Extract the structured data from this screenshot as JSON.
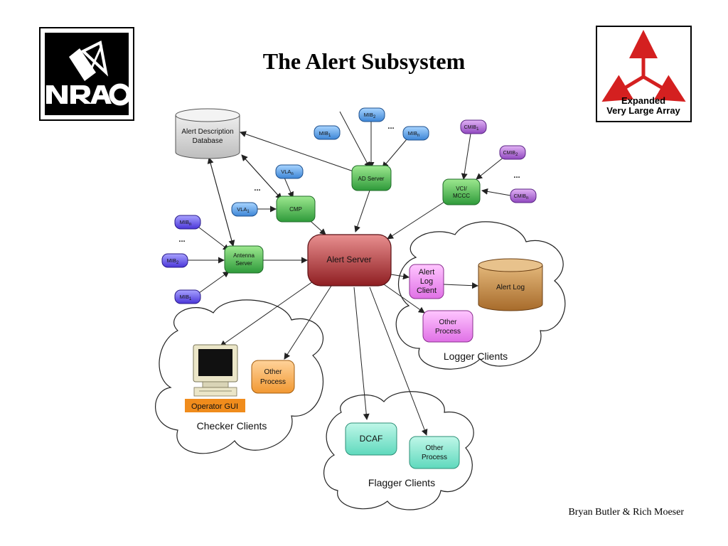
{
  "title": "The Alert Subsystem",
  "credit": "Bryan Butler & Rich Moeser",
  "logos": {
    "left_text": "NRAO",
    "right_line1": "Expanded",
    "right_line2": "Very Large Array"
  },
  "nodes": {
    "database": [
      "Alert Description",
      "Database"
    ],
    "ad_server": "AD Server",
    "vci": [
      "VCI/",
      "MCCC"
    ],
    "cmp": "CMP",
    "antenna": [
      "Antenna",
      "Server"
    ],
    "alert_server": "Alert Server",
    "alert_log_client": [
      "Alert",
      "Log",
      "Client"
    ],
    "alert_log": "Alert Log",
    "other_process_logger": [
      "Other",
      "Process"
    ],
    "other_process_checker": [
      "Other",
      "Process"
    ],
    "operator_gui": "Operator GUI",
    "dcaf": "DCAF",
    "other_process_flagger": [
      "Other",
      "Process"
    ]
  },
  "clouds": {
    "logger": "Logger Clients",
    "checker": "Checker Clients",
    "flagger": "Flagger Clients"
  },
  "mib": {
    "base": "MIB",
    "sub_1": "1",
    "sub_2": "2",
    "sub_n": "n"
  },
  "cmib": {
    "base": "CMIB",
    "sub_1": "1",
    "sub_2": "2",
    "sub_n": "n"
  },
  "vla": {
    "base": "VLA",
    "sub_1": "1",
    "sub_n": "n"
  },
  "ellipsis": "..."
}
